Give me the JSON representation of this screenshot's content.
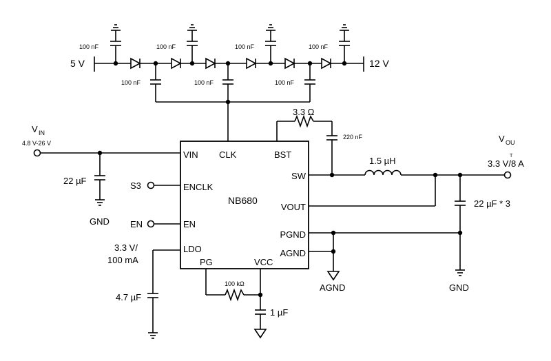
{
  "rails": {
    "left": "5 V",
    "right": "12 V"
  },
  "caps": {
    "pump_top": "100 nF",
    "pump_bottom": "100 nF",
    "bst": "220 nF",
    "vin": "22 µF",
    "out": "22 µF * 3",
    "ldo": "4.7 µF",
    "vcc": "1 µF"
  },
  "resistors": {
    "bst": "3.3 Ω",
    "pg": "100 kΩ"
  },
  "inductor": "1.5 µH",
  "ic": {
    "name": "NB680",
    "pins": {
      "vin": "VIN",
      "clk": "CLK",
      "bst": "BST",
      "sw": "SW",
      "enclk": "ENCLK",
      "en": "EN",
      "vout": "VOUT",
      "pgnd": "PGND",
      "agnd": "AGND",
      "ldo": "LDO",
      "pg": "PG",
      "vcc": "VCC"
    }
  },
  "vin_label": {
    "main": "V",
    "sub": "IN",
    "range": "4.8 V-26 V"
  },
  "vout_label": {
    "main": "V",
    "sub": "OU",
    "sub2": "T",
    "spec": "3.3 V/8 A"
  },
  "inputs": {
    "s3": "S3",
    "en": "EN"
  },
  "ldo_note": {
    "line1": "3.3 V/",
    "line2": "100 mA"
  },
  "grounds": {
    "gnd_left": "GND",
    "agnd": "AGND",
    "gnd_right": "GND"
  }
}
